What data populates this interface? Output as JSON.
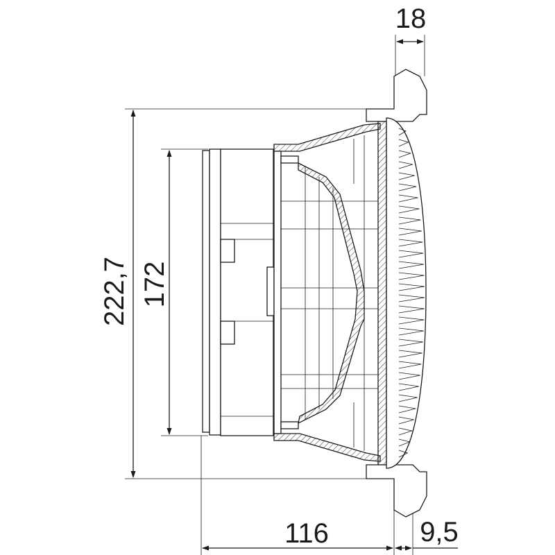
{
  "drawing": {
    "title": "Speaker side cross-section dimension drawing",
    "dimensions": {
      "flange_depth": "18",
      "outer_height": "222,7",
      "body_height": "172",
      "mounting_depth": "116",
      "front_depth": "9,5"
    },
    "colors": {
      "line": "#1a1a1a",
      "background": "#ffffff"
    }
  }
}
